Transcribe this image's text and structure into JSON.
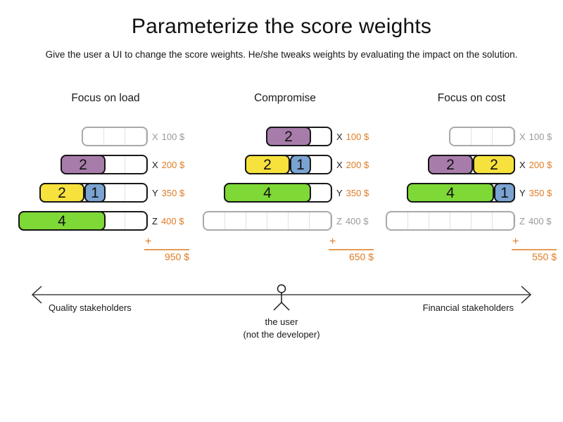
{
  "page": {
    "title": "Parameterize the score weights",
    "subtitle": "Give the user a UI to change the score weights. He/she tweaks weights by evaluating the impact on the solution.",
    "plus_sign": "+"
  },
  "colors": {
    "purple": "#a87caa",
    "yellow": "#f7e13d",
    "blue": "#7aa3d2",
    "green": "#7ed835",
    "orange": "#e07b26",
    "inactive_gray": "#9a9a9a"
  },
  "scenarios": [
    {
      "title": "Focus on load",
      "total": "950 $",
      "rows": [
        {
          "label": "X",
          "price": "100 $",
          "active": false,
          "segments": 3,
          "blocks": []
        },
        {
          "label": "X",
          "price": "200 $",
          "active": true,
          "segments": 4,
          "blocks": [
            {
              "value": "2",
              "color": "purple"
            }
          ]
        },
        {
          "label": "Y",
          "price": "350 $",
          "active": true,
          "segments": 5,
          "blocks": [
            {
              "value": "2",
              "color": "yellow"
            },
            {
              "value": "1",
              "color": "blue"
            }
          ]
        },
        {
          "label": "Z",
          "price": "400 $",
          "active": true,
          "segments": 6,
          "blocks": [
            {
              "value": "4",
              "color": "green"
            }
          ]
        }
      ]
    },
    {
      "title": "Compromise",
      "total": "650 $",
      "rows": [
        {
          "label": "X",
          "price": "100 $",
          "active": true,
          "segments": 3,
          "blocks": [
            {
              "value": "2",
              "color": "purple"
            }
          ]
        },
        {
          "label": "X",
          "price": "200 $",
          "active": true,
          "segments": 4,
          "blocks": [
            {
              "value": "2",
              "color": "yellow"
            },
            {
              "value": "1",
              "color": "blue"
            }
          ]
        },
        {
          "label": "Y",
          "price": "350 $",
          "active": true,
          "segments": 5,
          "blocks": [
            {
              "value": "4",
              "color": "green"
            }
          ]
        },
        {
          "label": "Z",
          "price": "400 $",
          "active": false,
          "segments": 6,
          "blocks": []
        }
      ]
    },
    {
      "title": "Focus on cost",
      "total": "550 $",
      "rows": [
        {
          "label": "X",
          "price": "100 $",
          "active": false,
          "segments": 3,
          "blocks": []
        },
        {
          "label": "X",
          "price": "200 $",
          "active": true,
          "segments": 4,
          "blocks": [
            {
              "value": "2",
              "color": "purple"
            },
            {
              "value": "2",
              "color": "yellow"
            }
          ]
        },
        {
          "label": "Y",
          "price": "350 $",
          "active": true,
          "segments": 5,
          "blocks": [
            {
              "value": "4",
              "color": "green"
            },
            {
              "value": "1",
              "color": "blue"
            }
          ]
        },
        {
          "label": "Z",
          "price": "400 $",
          "active": false,
          "segments": 6,
          "blocks": []
        }
      ]
    }
  ],
  "footer": {
    "left_label": "Quality stakeholders",
    "right_label": "Financial stakeholders",
    "user_label_line1": "the user",
    "user_label_line2": "(not the developer)"
  }
}
